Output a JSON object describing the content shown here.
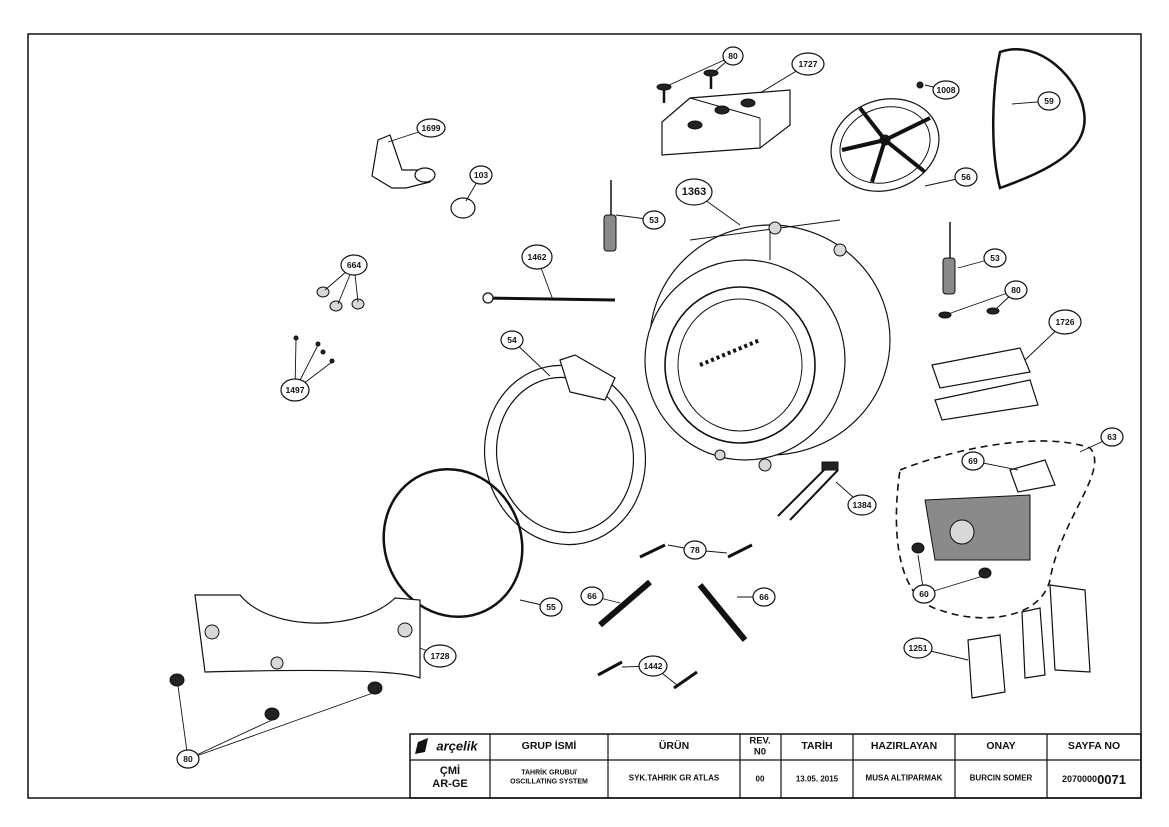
{
  "callouts": [
    "80",
    "1727",
    "1008",
    "59",
    "1699",
    "103",
    "56",
    "1363",
    "53",
    "53",
    "664",
    "1462",
    "80",
    "1726",
    "54",
    "1497",
    "63",
    "69",
    "1384",
    "78",
    "55",
    "66",
    "66",
    "60",
    "1728",
    "1251",
    "1442",
    "80"
  ],
  "title_block": {
    "logo_text": "arçelik",
    "header": {
      "group": "GRUP İSMİ",
      "product": "ÜRÜN",
      "rev_line1": "REV.",
      "rev_line2": "N0",
      "date": "TARİH",
      "prepared": "HAZIRLAYAN",
      "approved": "ONAY",
      "page": "SAYFA NO"
    },
    "values": {
      "code_line1": "ÇMİ",
      "code_line2": "AR-GE",
      "group_line1": "TAHRİK GRUBU/",
      "group_line2": "OSCILLATING SYSTEM",
      "product": "SYK.TAHRIK GR ATLAS",
      "rev": "00",
      "date": "13.05. 2015",
      "prepared": "MUSA ALTIPARMAK",
      "approved": "BURCIN SOMER",
      "page_prefix": "2070000",
      "page_suffix": "0071"
    }
  },
  "colors": {
    "ink": "#111111",
    "paper": "#ffffff",
    "shade": "#8a8a8a"
  }
}
